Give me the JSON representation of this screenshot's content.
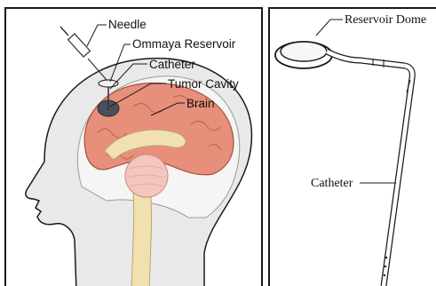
{
  "left_panel": {
    "labels": {
      "needle": "Needle",
      "ommaya_reservoir": "Ommaya Reservoir",
      "catheter": "Catheter",
      "tumor_cavity": "Tumor Cavity",
      "brain": "Brain"
    }
  },
  "right_panel": {
    "labels": {
      "reservoir_dome": "Reservoir Dome",
      "catheter": "Catheter"
    }
  },
  "colors": {
    "brain": "#e88f7c",
    "cerebellum": "#f3c7bd",
    "spine": "#f1e1b0",
    "tumor": "#4b4f5c",
    "skin": "#e9e9e9",
    "outline": "#1a1a1a"
  }
}
